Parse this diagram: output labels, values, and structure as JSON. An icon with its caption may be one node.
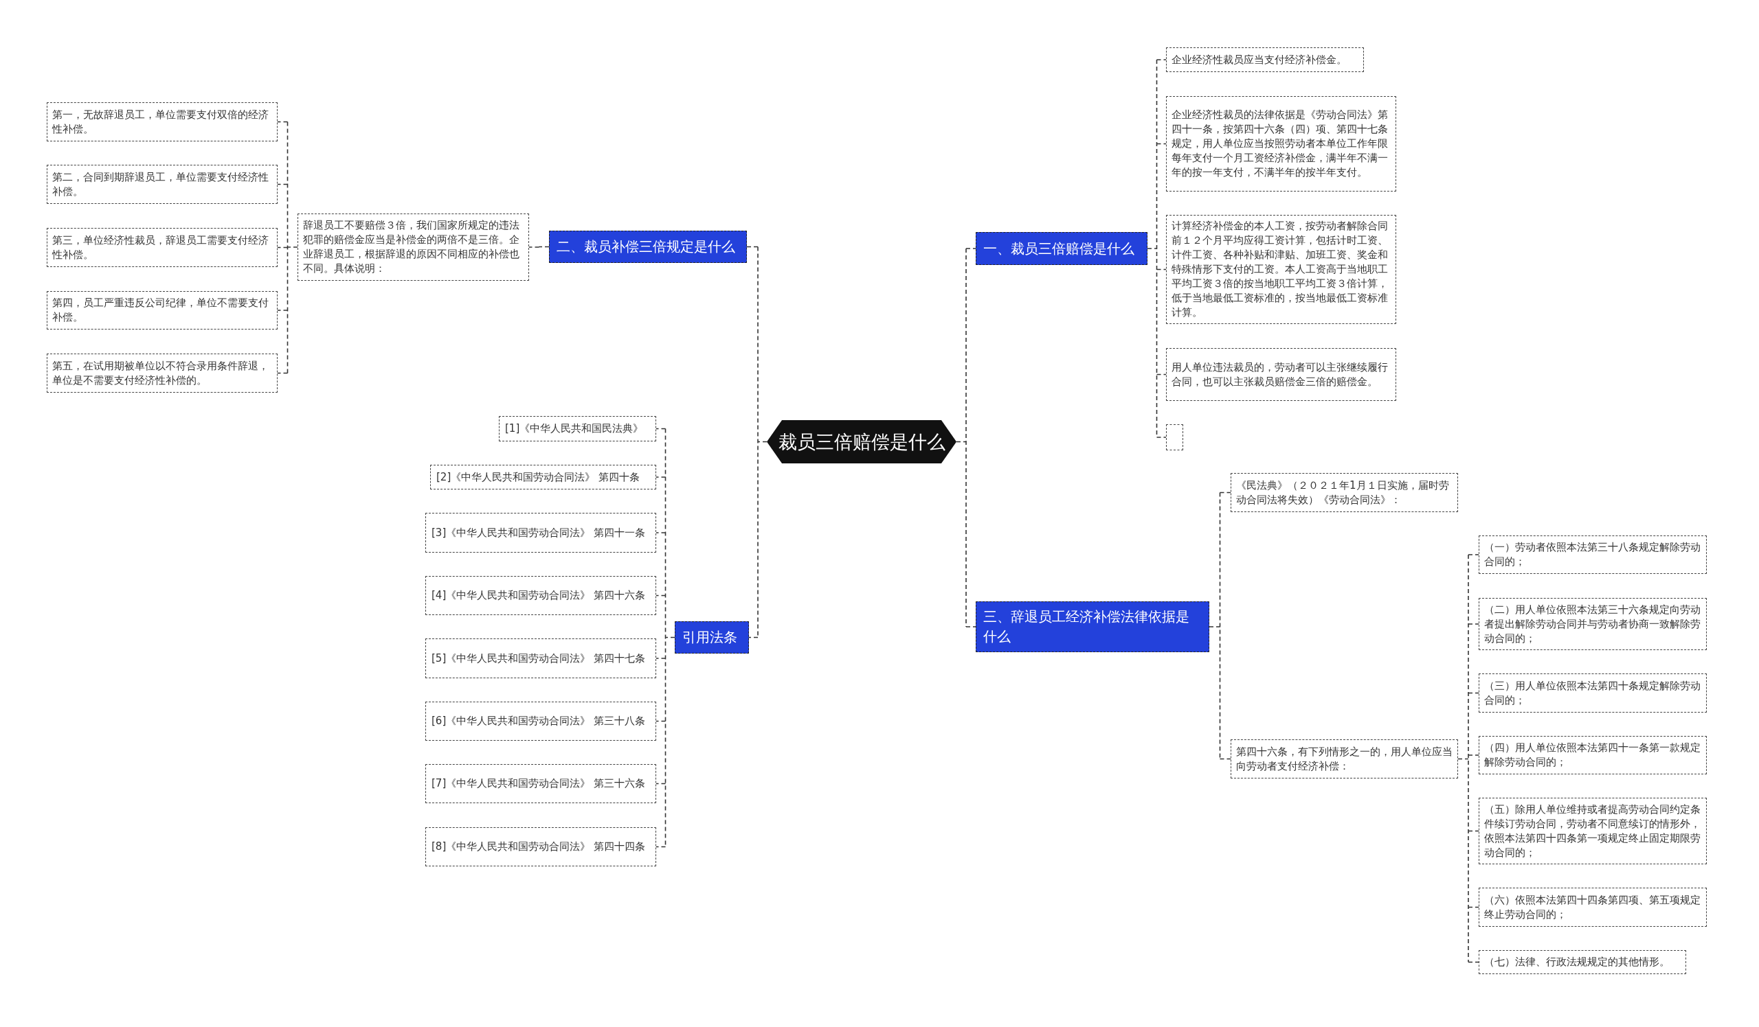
{
  "diagram": {
    "nodes": [
      {
        "text": [
          "裁员三倍赔偿是什么"
        ]
      },
      {
        "text": [
          "一、裁员三倍赔偿是什么"
        ]
      },
      {
        "text": [
          "企业经济性裁员应当支付经济补偿金。"
        ]
      },
      {
        "text": [
          "企业经济性裁员的法律依据是《劳动合同法》第四十一条，按第四十六条（四）项、第四十七条规定，用人单位应当按照劳动者本单位工作年限每年支付一个月工资经济补偿金，满半年不满一年的按一年支付，不满半年的按半年支付。"
        ]
      },
      {
        "text": [
          "计算经济补偿金的本人工资，按劳动者解除合同前１２个月平均应得工资计算，包括计时工资、计件工资、各种补贴和津贴、加班工资、奖金和特殊情形下支付的工资。本人工资高于当地职工平均工资３倍的按当地职工平均工资３倍计算，低于当地最低工资标准的，按当地最低工资标准计算。"
        ]
      },
      {
        "text": [
          "用人单位违法裁员的，劳动者可以主张继续履行合同，也可以主张裁员赔偿金三倍的赔偿金。"
        ]
      },
      {
        "text": [],
        "shape": "box"
      },
      {
        "text": [
          "二、裁员补偿三倍规定是什么"
        ]
      },
      {
        "text": [
          "辞退员工不要赔偿３倍，我们国家所规定的违法犯罪的赔偿金应当是补偿金的两倍不是三倍。企业辞退员工，根据辞退的原因不同相应的补偿也不同。具体说明："
        ]
      },
      {
        "text": [
          "第一，无故辞退员工，单位需要支付双倍的经济性补偿。"
        ]
      },
      {
        "text": [
          "第二，合同到期辞退员工，单位需要支付经济性补偿。"
        ]
      },
      {
        "text": [
          "第三，单位经济性裁员，辞退员工需要支付经济性补偿。"
        ]
      },
      {
        "text": [
          "第四，员工严重违反公司纪律，单位不需要支付补偿。"
        ]
      },
      {
        "text": [
          "第五，在试用期被单位以不符合录用条件辞退，单位是不需要支付经济性补偿的。"
        ]
      },
      {
        "text": [
          "三、辞退员工经济补偿法律依据是什么"
        ]
      },
      {
        "text": [
          "《民法典》（２０２１年1月１日实施，届时劳动合同法将失效）《劳动合同法》："
        ]
      },
      {
        "text": [
          "第四十六条，有下列情形之一的，用人单位应当向劳动者支付经济补偿："
        ]
      },
      {
        "text": [
          "（一）劳动者依照本法第三十八条规定解除劳动合同的；"
        ]
      },
      {
        "text": [
          "（二）用人单位依照本法第三十六条规定向劳动者提出解除劳动合同并与劳动者协商一致解除劳动合同的；"
        ]
      },
      {
        "text": [
          "（三）用人单位依照本法第四十条规定解除劳动合同的；"
        ]
      },
      {
        "text": [
          "（四）用人单位依照本法第四十一条第一款规定解除劳动合同的；"
        ]
      },
      {
        "text": [
          "（五）除用人单位维持或者提高劳动合同约定条件续订劳动合同，劳动者不同意续订的情形外，依照本法第四十四条第一项规定终止固定期限劳动合同的；"
        ]
      },
      {
        "text": [
          "（六）依照本法第四十四条第四项、第五项规定终止劳动合同的；"
        ]
      },
      {
        "text": [
          "（七）法律、行政法规规定的其他情形。"
        ]
      },
      {
        "text": [
          "引用法条"
        ]
      },
      {
        "text": [
          "[1]《中华人民共和国民法典》"
        ]
      },
      {
        "text": [
          "[2]《中华人民共和国劳动合同法》 第四十条"
        ]
      },
      {
        "text": [
          "[3]《中华人民共和国劳动合同法》 第四十一条"
        ]
      },
      {
        "text": [
          "[4]《中华人民共和国劳动合同法》 第四十六条"
        ]
      },
      {
        "text": [
          "[5]《中华人民共和国劳动合同法》 第四十七条"
        ]
      },
      {
        "text": [
          "[6]《中华人民共和国劳动合同法》 第三十八条"
        ]
      },
      {
        "text": [
          "[7]《中华人民共和国劳动合同法》 第三十六条"
        ]
      },
      {
        "text": [
          "[8]《中华人民共和国劳动合同法》 第四十四条"
        ]
      }
    ],
    "edges": [
      {
        "from": 0,
        "to": 1,
        "arrow": "none"
      },
      {
        "from": 1,
        "to": 2,
        "arrow": "none"
      },
      {
        "from": 1,
        "to": 3,
        "arrow": "none"
      },
      {
        "from": 1,
        "to": 4,
        "arrow": "none"
      },
      {
        "from": 1,
        "to": 5,
        "arrow": "none"
      },
      {
        "from": 1,
        "to": 6,
        "arrow": "none"
      },
      {
        "from": 0,
        "to": 7,
        "arrow": "none"
      },
      {
        "from": 7,
        "to": 8,
        "arrow": "none"
      },
      {
        "from": 8,
        "to": 9,
        "arrow": "none"
      },
      {
        "from": 8,
        "to": 10,
        "arrow": "none"
      },
      {
        "from": 8,
        "to": 11,
        "arrow": "none"
      },
      {
        "from": 8,
        "to": 12,
        "arrow": "none"
      },
      {
        "from": 8,
        "to": 13,
        "arrow": "none"
      },
      {
        "from": 0,
        "to": 14,
        "arrow": "none"
      },
      {
        "from": 14,
        "to": 15,
        "arrow": "none"
      },
      {
        "from": 14,
        "to": 16,
        "arrow": "none"
      },
      {
        "from": 16,
        "to": 17,
        "arrow": "none"
      },
      {
        "from": 16,
        "to": 18,
        "arrow": "none"
      },
      {
        "from": 16,
        "to": 19,
        "arrow": "none"
      },
      {
        "from": 16,
        "to": 20,
        "arrow": "none"
      },
      {
        "from": 16,
        "to": 21,
        "arrow": "none"
      },
      {
        "from": 16,
        "to": 22,
        "arrow": "none"
      },
      {
        "from": 16,
        "to": 23,
        "arrow": "none"
      },
      {
        "from": 0,
        "to": 24,
        "arrow": "none"
      },
      {
        "from": 24,
        "to": 25,
        "arrow": "none"
      },
      {
        "from": 24,
        "to": 26,
        "arrow": "none"
      },
      {
        "from": 24,
        "to": 27,
        "arrow": "none"
      },
      {
        "from": 24,
        "to": 28,
        "arrow": "none"
      },
      {
        "from": 24,
        "to": 29,
        "arrow": "none"
      },
      {
        "from": 24,
        "to": 30,
        "arrow": "none"
      },
      {
        "from": 24,
        "to": 31,
        "arrow": "none"
      },
      {
        "from": 24,
        "to": 32,
        "arrow": "none"
      }
    ]
  }
}
